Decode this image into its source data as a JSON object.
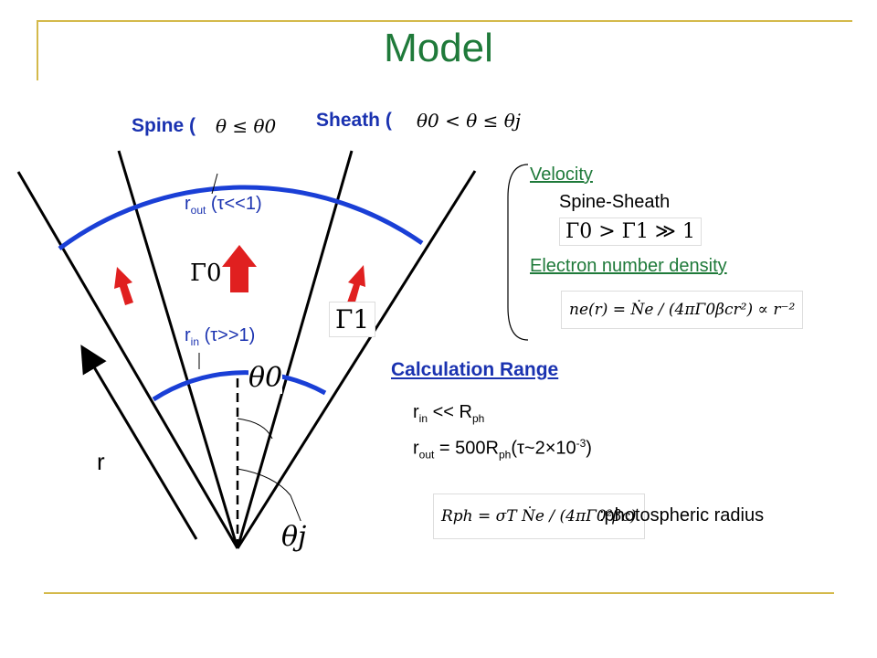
{
  "slide": {
    "title": "Model",
    "accent_green": "#1f7a3a",
    "accent_blue": "#1a32b0",
    "arrow_red": "#e02020",
    "frame_gold": "#d4b94a"
  },
  "labels": {
    "spine": "Spine (",
    "sheath": "Sheath (",
    "r_out_r": "r",
    "r_out_sub": "out",
    "r_out_tau": " (τ<<1)",
    "r_in_r": "r",
    "r_in_sub": "in",
    "r_in_tau": " (τ>>1)",
    "r_axis": "r",
    "gamma0": "Γ0",
    "gamma1": "Γ1",
    "theta0": "θ0",
    "thetaj": "θj"
  },
  "math": {
    "spine_cond": "θ ≤ θ0",
    "sheath_cond": "θ0 < θ ≤ θj",
    "velocity_rel": "Γ0 > Γ1 ≫ 1",
    "density_eq": "ne(r) = Ṅe / (4πΓ0βcr²) ∝ r⁻²",
    "rph_eq": "Rph = σT Ṅe / (4πΓ0²βc)"
  },
  "right_panel": {
    "velocity_heading": "Velocity",
    "spine_sheath": "Spine-Sheath",
    "density_heading": "Electron number density"
  },
  "calc": {
    "heading": "Calculation Range",
    "line1_r": "r",
    "line1_sub": "in",
    "line1_mid": " << R",
    "line1_sub2": "ph",
    "line2_r": "r",
    "line2_sub": "out",
    "line2_mid": " = 500R",
    "line2_sub2": "ph",
    "line2_tail": "(τ~2×10",
    "line2_sup": "-3",
    "line2_end": ")",
    "photo_label": ":photospheric radius"
  }
}
